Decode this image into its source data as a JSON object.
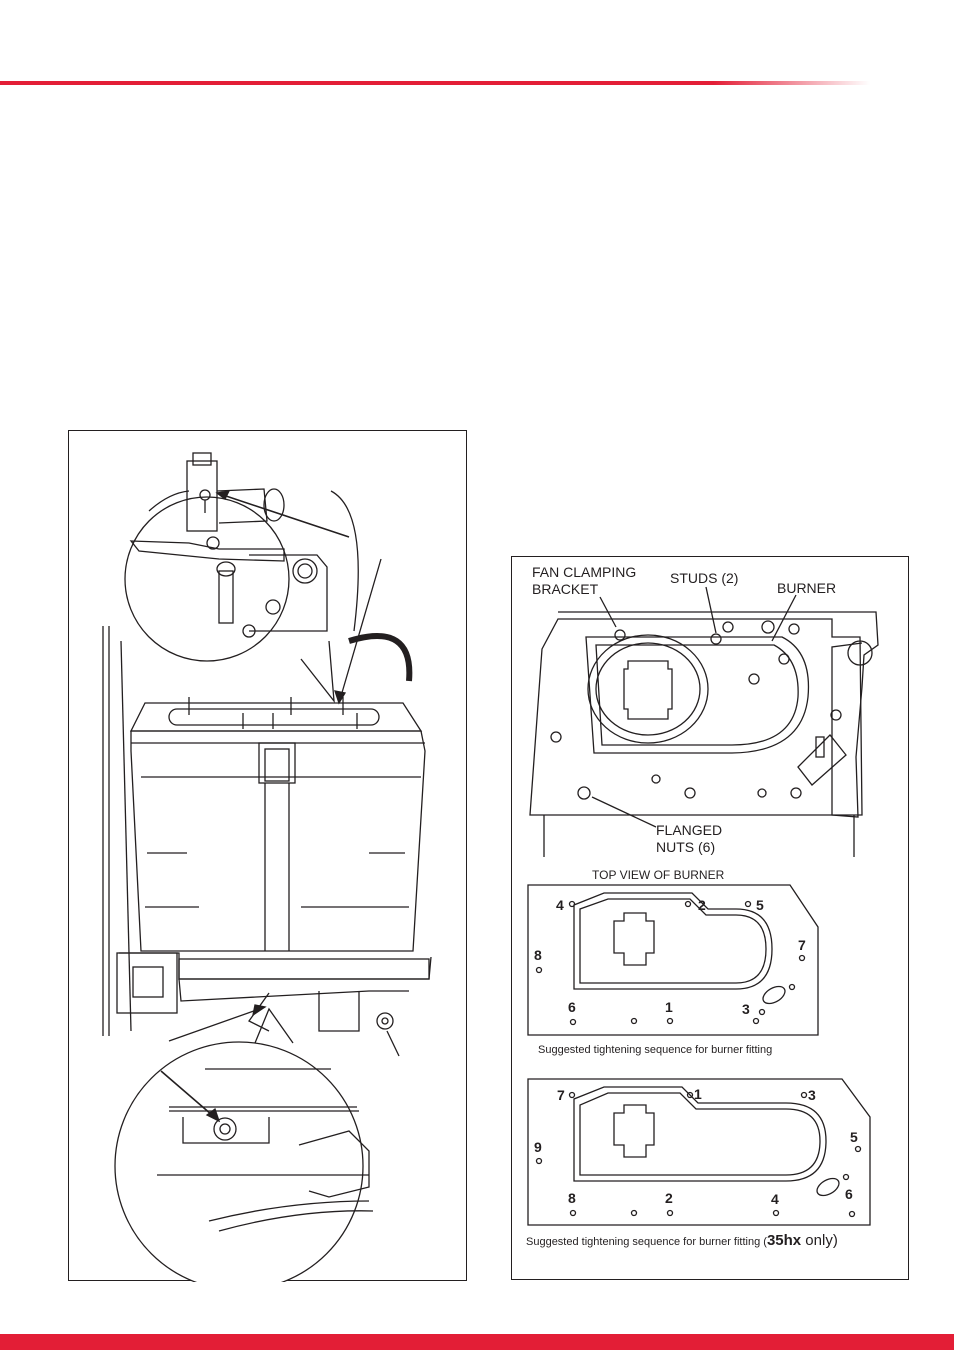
{
  "labels": {
    "fan_clamping_bracket": "FAN CLAMPING\nBRACKET",
    "studs": "STUDS (2)",
    "burner": "BURNER",
    "flanged_nuts": "FLANGED\nNUTS (6)",
    "top_view": "TOP VIEW OF BURNER"
  },
  "captions": {
    "sequence": "Suggested tightening sequence for burner fitting",
    "sequence_35hx_prefix": "Suggested tightening sequence for burner fitting (",
    "sequence_35hx_model": "35hx",
    "sequence_35hx_suffix": " only)"
  },
  "sequence_a": {
    "n1": "1",
    "n2": "2",
    "n3": "3",
    "n4": "4",
    "n5": "5",
    "n6": "6",
    "n7": "7",
    "n8": "8"
  },
  "sequence_b": {
    "n1": "1",
    "n2": "2",
    "n3": "3",
    "n4": "4",
    "n5": "5",
    "n6": "6",
    "n7": "7",
    "n8": "8",
    "n9": "9"
  },
  "colors": {
    "accent": "#e31e36",
    "line": "#231f20"
  }
}
